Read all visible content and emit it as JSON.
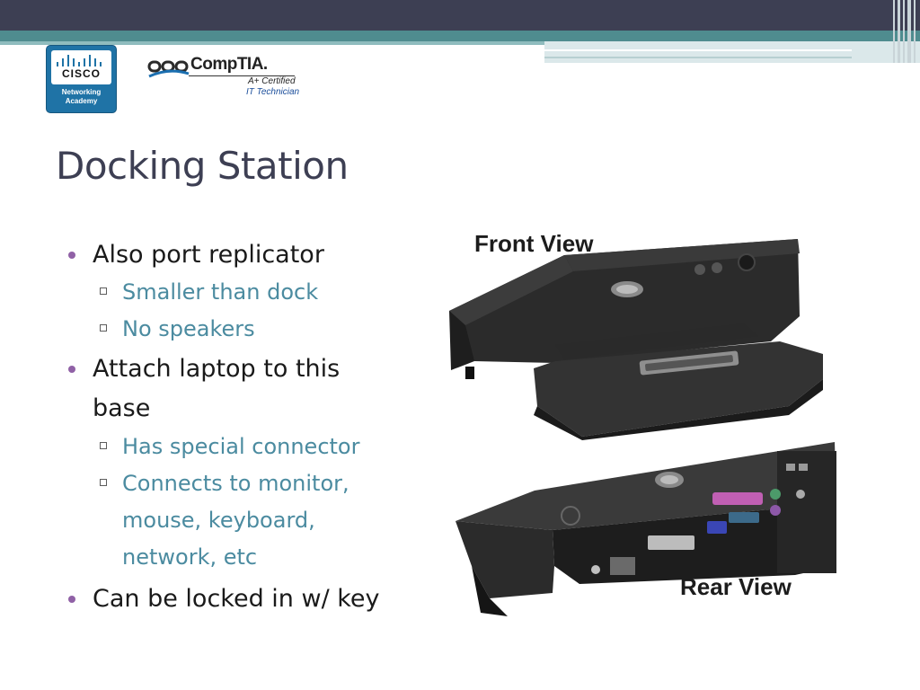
{
  "header": {
    "colors": {
      "top_bar": "#3d3f53",
      "teal": "#4f8c8f",
      "light": "#dbe8ea"
    }
  },
  "logos": {
    "cisco": {
      "word": "CISCO",
      "academy_line1": "Networking",
      "academy_line2": "Academy",
      "color": "#1f73a6"
    },
    "comptia": {
      "brand": "CompTIA.",
      "cert_line1": "A+ Certified",
      "cert_line2": "IT Technician"
    }
  },
  "title": "Docking Station",
  "bullets": [
    {
      "text": "Also port replicator",
      "sub": [
        "Smaller than dock",
        "No speakers"
      ]
    },
    {
      "text": "Attach laptop to this base",
      "sub": [
        "Has special connector",
        "Connects to monitor, mouse, keyboard, network, etc"
      ]
    },
    {
      "text": "Can be locked in w/ key",
      "sub": []
    }
  ],
  "images": {
    "front_label": "Front View",
    "rear_label": "Rear View"
  },
  "colors": {
    "bullet_dot": "#9061a6",
    "sub_text": "#4b8ba0",
    "title": "#3d3f53"
  }
}
